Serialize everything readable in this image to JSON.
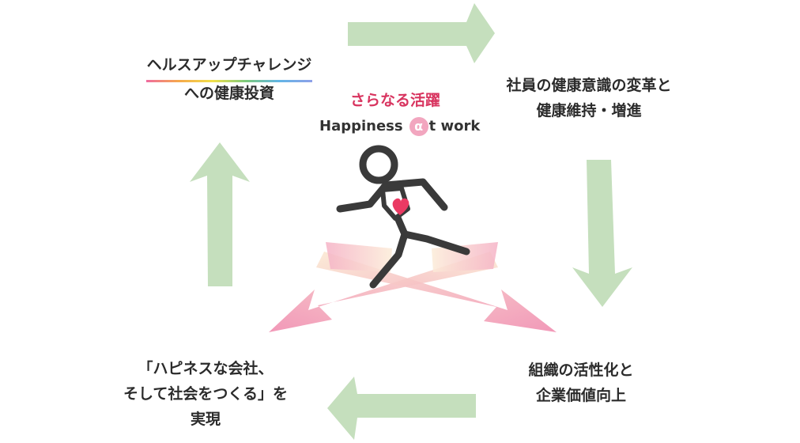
{
  "nodes": {
    "top_left": {
      "line1": "ヘルスアップチャレンジ",
      "line2": "への健康投資"
    },
    "top_right": {
      "line1": "社員の健康意識の変革と",
      "line2": "健康維持・増進"
    },
    "bottom_right": {
      "line1": "組織の活性化と",
      "line2": "企業価値向上"
    },
    "bottom_left": {
      "line1": "「ハピネスな会社、",
      "line2": "そして社会をつくる」を",
      "line3": "実現"
    }
  },
  "center": {
    "title": "さらなる活躍",
    "sub_before": "Happiness",
    "alpha": "α",
    "sub_after": "t work"
  },
  "colors": {
    "cycle_arrow": "#c5dfbd",
    "title_red": "#d8345f",
    "heart": "#ea3a63",
    "burst_pink": "#f3a3bd",
    "burst_light": "#fbe3cf",
    "runner_stroke": "#3a3a3a"
  },
  "icons": {
    "runner": "running-person-icon",
    "heart": "heart-icon"
  }
}
